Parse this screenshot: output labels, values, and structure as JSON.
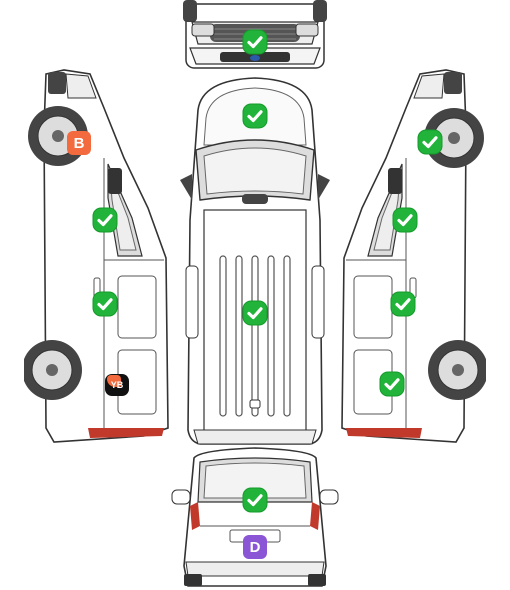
{
  "colors": {
    "check_green": "#22b33a",
    "check_mark": "#ffffff",
    "badge_b": "#f26a3d",
    "badge_d": "#8a56d6",
    "badge_yb_top": "#f26a3d",
    "badge_yb_bottom": "#111111",
    "outline": "#333333",
    "taillight": "#c0392b"
  },
  "views": [
    "front-view",
    "top-view",
    "left-side-view",
    "right-side-view",
    "rear-view"
  ],
  "damage_markers": {
    "front_bumper": "ok",
    "roof_front": "ok",
    "cargo_floor": "ok",
    "rear_window": "ok",
    "left_front_door": "ok",
    "left_sliding_door": "ok",
    "right_front_wheel": "ok",
    "right_front_door": "ok",
    "right_sliding_door": "ok",
    "right_rear_quarter": "ok"
  },
  "badges": {
    "left_front_wheel": "B",
    "rear_bumper": "D",
    "left_rear_quarter": "YB"
  }
}
